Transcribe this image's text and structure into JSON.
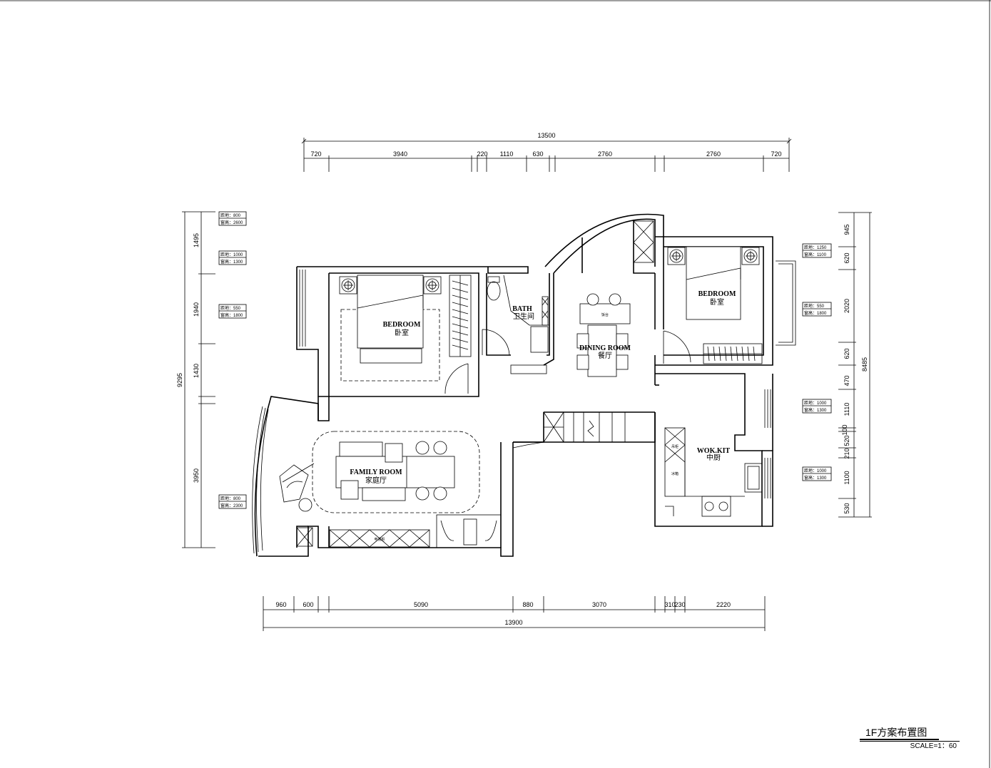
{
  "rooms": {
    "bedroom_left": {
      "en": "BEDROOM",
      "cn": "卧室"
    },
    "bath": {
      "en": "BATH",
      "cn": "卫生间"
    },
    "dining": {
      "en": "DINING  ROOM",
      "cn": "餐厅"
    },
    "bedroom_right": {
      "en": "BEDROOM",
      "cn": "卧室"
    },
    "family": {
      "en": "FAMILY  ROOM",
      "cn": "家庭厅"
    },
    "kitchen": {
      "en": "WOK.KIT",
      "cn": "中厨"
    }
  },
  "dimensions": {
    "top_total": "13500",
    "top": [
      "720",
      "3940",
      "220",
      "1110",
      "630",
      "2760",
      "2760",
      "720"
    ],
    "bottom_total": "13900",
    "bottom": [
      "960",
      "600",
      "5090",
      "880",
      "3070",
      "310",
      "230",
      "2220"
    ],
    "left_total": "9295",
    "left": [
      "1495",
      "1940",
      "1430",
      "3950"
    ],
    "right_total": "8485",
    "right": [
      "945",
      "620",
      "2020",
      "620",
      "470",
      "1110",
      "100",
      "520",
      "210",
      "1100",
      "530"
    ]
  },
  "window_tags": {
    "left": [
      {
        "sill": "距地：800",
        "height": "窗高：2600"
      },
      {
        "sill": "距地：1000",
        "height": "窗高：1300"
      },
      {
        "sill": "距地：550",
        "height": "窗高：1800"
      },
      {
        "sill": "距地：800",
        "height": "窗高：2300"
      }
    ],
    "right": [
      {
        "sill": "距地：1250",
        "height": "窗高：1100"
      },
      {
        "sill": "距地：550",
        "height": "窗高：1800"
      },
      {
        "sill": "距地：1000",
        "height": "窗高：1300"
      },
      {
        "sill": "距地：1000",
        "height": "窗高：1300"
      }
    ]
  },
  "furniture_labels": {
    "dining_table": "饭台",
    "tv_cabinet": "电视柜",
    "kitchen_cabinet": "吊柜",
    "fridge": "冰箱"
  },
  "title_block": {
    "title": "1F方案布置图",
    "scale": "SCALE=1：60"
  }
}
